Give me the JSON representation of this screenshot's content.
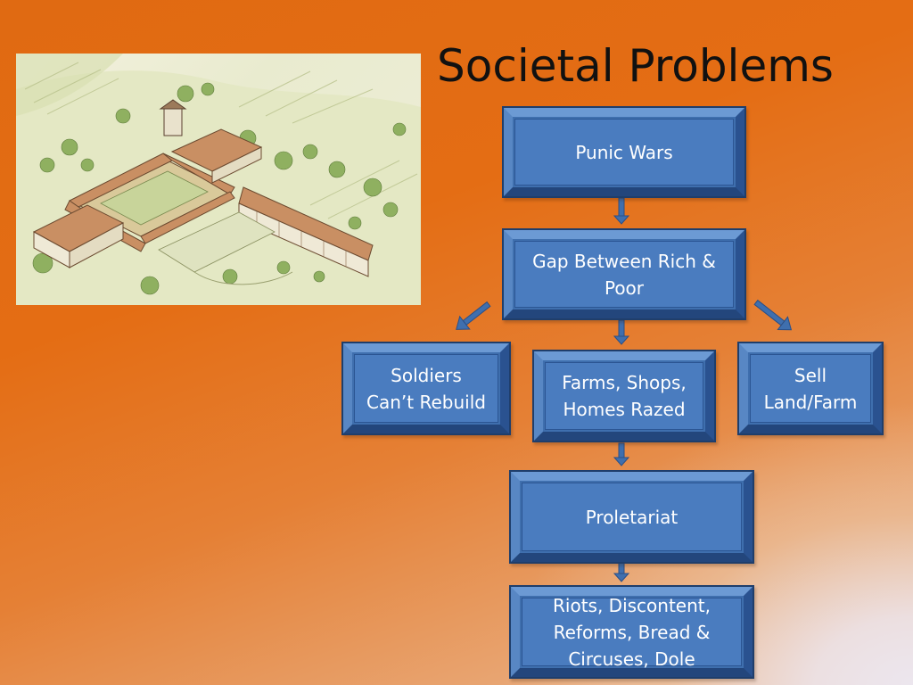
{
  "slide": {
    "title": "Societal Problems",
    "illustration": "villa-farm-estate-sketch"
  },
  "diagram": {
    "boxes": {
      "punic_wars": "Punic Wars",
      "gap": "Gap Between Rich &\nPoor",
      "soldiers": "Soldiers\nCan’t Rebuild",
      "farms": "Farms, Shops,\nHomes Razed",
      "sell": "Sell\nLand/Farm",
      "proletariat": "Proletariat",
      "riots": "Riots, Discontent,\nReforms, Bread &\nCircuses, Dole"
    },
    "colors": {
      "box_fill": "#4a7cbf",
      "box_border": "#1f3e6b",
      "arrow": "#3f6fae",
      "title_text": "#111111",
      "box_text": "#ffffff"
    }
  }
}
